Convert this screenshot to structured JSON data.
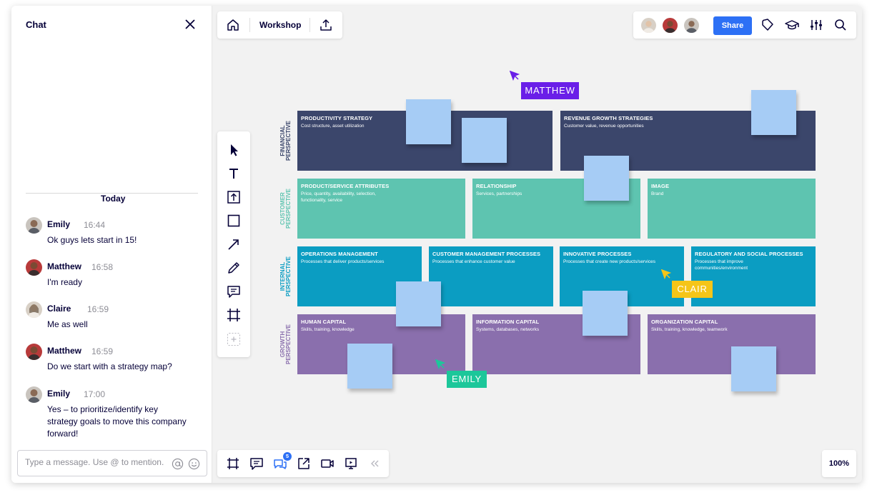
{
  "chat": {
    "title": "Chat",
    "divider_label": "Today",
    "messages": [
      {
        "author": "Emily",
        "time": "16:44",
        "text": "Ok guys lets start in 15!"
      },
      {
        "author": "Matthew",
        "time": "16:58",
        "text": "I'm ready"
      },
      {
        "author": "Claire",
        "time": "16:59",
        "text": "Me as well"
      },
      {
        "author": "Matthew",
        "time": "16:59",
        "text": "Do we start with a strategy map?"
      },
      {
        "author": "Emily",
        "time": "17:00",
        "text": "Yes – to prioritize/identify key strategy goals to move this company forward!"
      }
    ],
    "input_placeholder": "Type a message. Use @ to mention.",
    "input_value": ""
  },
  "topbar": {
    "board_name": "Workshop",
    "share_label": "Share"
  },
  "board": {
    "rows": [
      {
        "label": "FINANCIAL PERSPECTIVE",
        "color": "#3b466b",
        "cards": [
          {
            "title": "PRODUCTIVITY STRATEGY",
            "sub": "Cost structure, asset utilization"
          },
          {
            "title": "REVENUE GROWTH STRATEGIES",
            "sub": "Customer value, revenue opportunities"
          }
        ]
      },
      {
        "label": "CUSTOMER PERSPECTIVE",
        "color": "#5ec4b0",
        "cards": [
          {
            "title": "PRODUCT/SERVICE ATTRIBUTES",
            "sub": "Price, quantity, availability, selection, functionality, service"
          },
          {
            "title": "RELATIONSHIP",
            "sub": "Services, partnerships"
          },
          {
            "title": "IMAGE",
            "sub": "Brand"
          }
        ]
      },
      {
        "label": "INTERNAL PERSPECTIVE",
        "color": "#0b9dc2",
        "cards": [
          {
            "title": "OPERATIONS MANAGEMENT",
            "sub": "Processes that deliver products/services"
          },
          {
            "title": "CUSTOMER MANAGEMENT PROCESSES",
            "sub": "Processes that enhance customer value"
          },
          {
            "title": "INNOVATIVE PROCESSES",
            "sub": "Processes that create new products/services"
          },
          {
            "title": "REGULATORY AND SOCIAL PROCESSES",
            "sub": "Processes that improve communities/environment"
          }
        ]
      },
      {
        "label": "GROWTH PERSPECTIVE",
        "color": "#8a6fad",
        "cards": [
          {
            "title": "HUMAN CAPITAL",
            "sub": "Skills, training, knowledge"
          },
          {
            "title": "INFORMATION CAPITAL",
            "sub": "Systems, databases, networks"
          },
          {
            "title": "ORGANIZATION CAPITAL",
            "sub": "Skills, training, knowledge, teamwork"
          }
        ]
      }
    ]
  },
  "cursors": [
    {
      "name": "MATTHEW",
      "color": "#6a1ee8"
    },
    {
      "name": "CLAIR",
      "color": "#f5c518"
    },
    {
      "name": "EMILY",
      "color": "#1cc79a"
    }
  ],
  "bottombar": {
    "badge_count": "5"
  },
  "zoom": "100%",
  "colors": {
    "accent": "#2d70f5",
    "sticky": "#a6ccf5"
  }
}
